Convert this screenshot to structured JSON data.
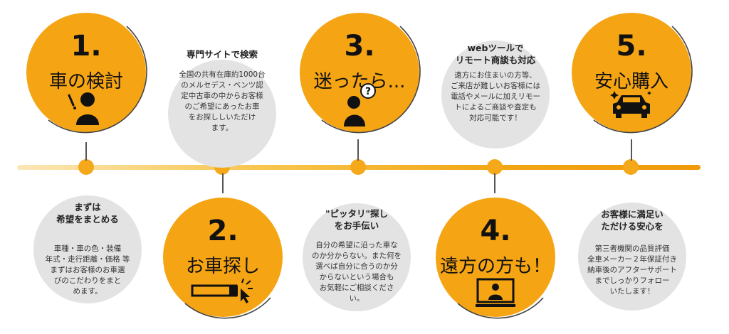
{
  "steps": [
    {
      "num": "1.",
      "title": "車の検討",
      "icon": "person-thinking-exclamation-icon"
    },
    {
      "num": "2.",
      "title": "お車探し",
      "icon": "search-bar-click-icon"
    },
    {
      "num": "3.",
      "title": "迷ったら...",
      "icon": "person-question-icon"
    },
    {
      "num": "4.",
      "title": "遠方の方も！",
      "icon": "video-call-monitor-icon"
    },
    {
      "num": "5.",
      "title": "安心購入",
      "icon": "sparkling-car-icon"
    }
  ],
  "notes": [
    {
      "heading": [
        "まずは",
        "希望をまとめる"
      ],
      "body": [
        "車種・車の色・装備",
        "年式・走行距離・価格 等",
        "まずはお客様のお車選",
        "びのこだわりをまと",
        "めます。"
      ]
    },
    {
      "heading": [
        "専門サイトで検索"
      ],
      "body": [
        "全国の共有在庫約1000台",
        "のメルセデス・ベンツ認",
        "定中古車の中からお客様",
        "のご希望にあったお車",
        "をお探ししいただけ",
        "ます。"
      ]
    },
    {
      "heading": [
        "\"ピッタリ\"探し",
        "をお手伝い"
      ],
      "body": [
        "自分の希望に沿った車な",
        "のか分からない。また何を",
        "選べば自分に合うのか分",
        "からないという場合も",
        "お気軽にご相談くださ",
        "い。"
      ]
    },
    {
      "heading": [
        "webツールで",
        "リモート商談も対応"
      ],
      "body": [
        "遠方にお住まいの方等、",
        "ご来店が難しいお客様には",
        "電話やメールに加えリモー",
        "トによるご商談や査定も",
        "対応可能です！"
      ]
    },
    {
      "heading": [
        "お客様に満足い",
        "ただける安心を"
      ],
      "body": [
        "第三者機関の品質評価",
        "全車メーカー２年保証付き",
        "納車後のアフターサポート",
        "までしっかりフォロー",
        "いたします！"
      ]
    }
  ],
  "colors": {
    "accent": "#f5a414",
    "note_bg": "#e3e3e3",
    "line_start": "#fbe7b6",
    "line_end": "#f09a0a"
  }
}
